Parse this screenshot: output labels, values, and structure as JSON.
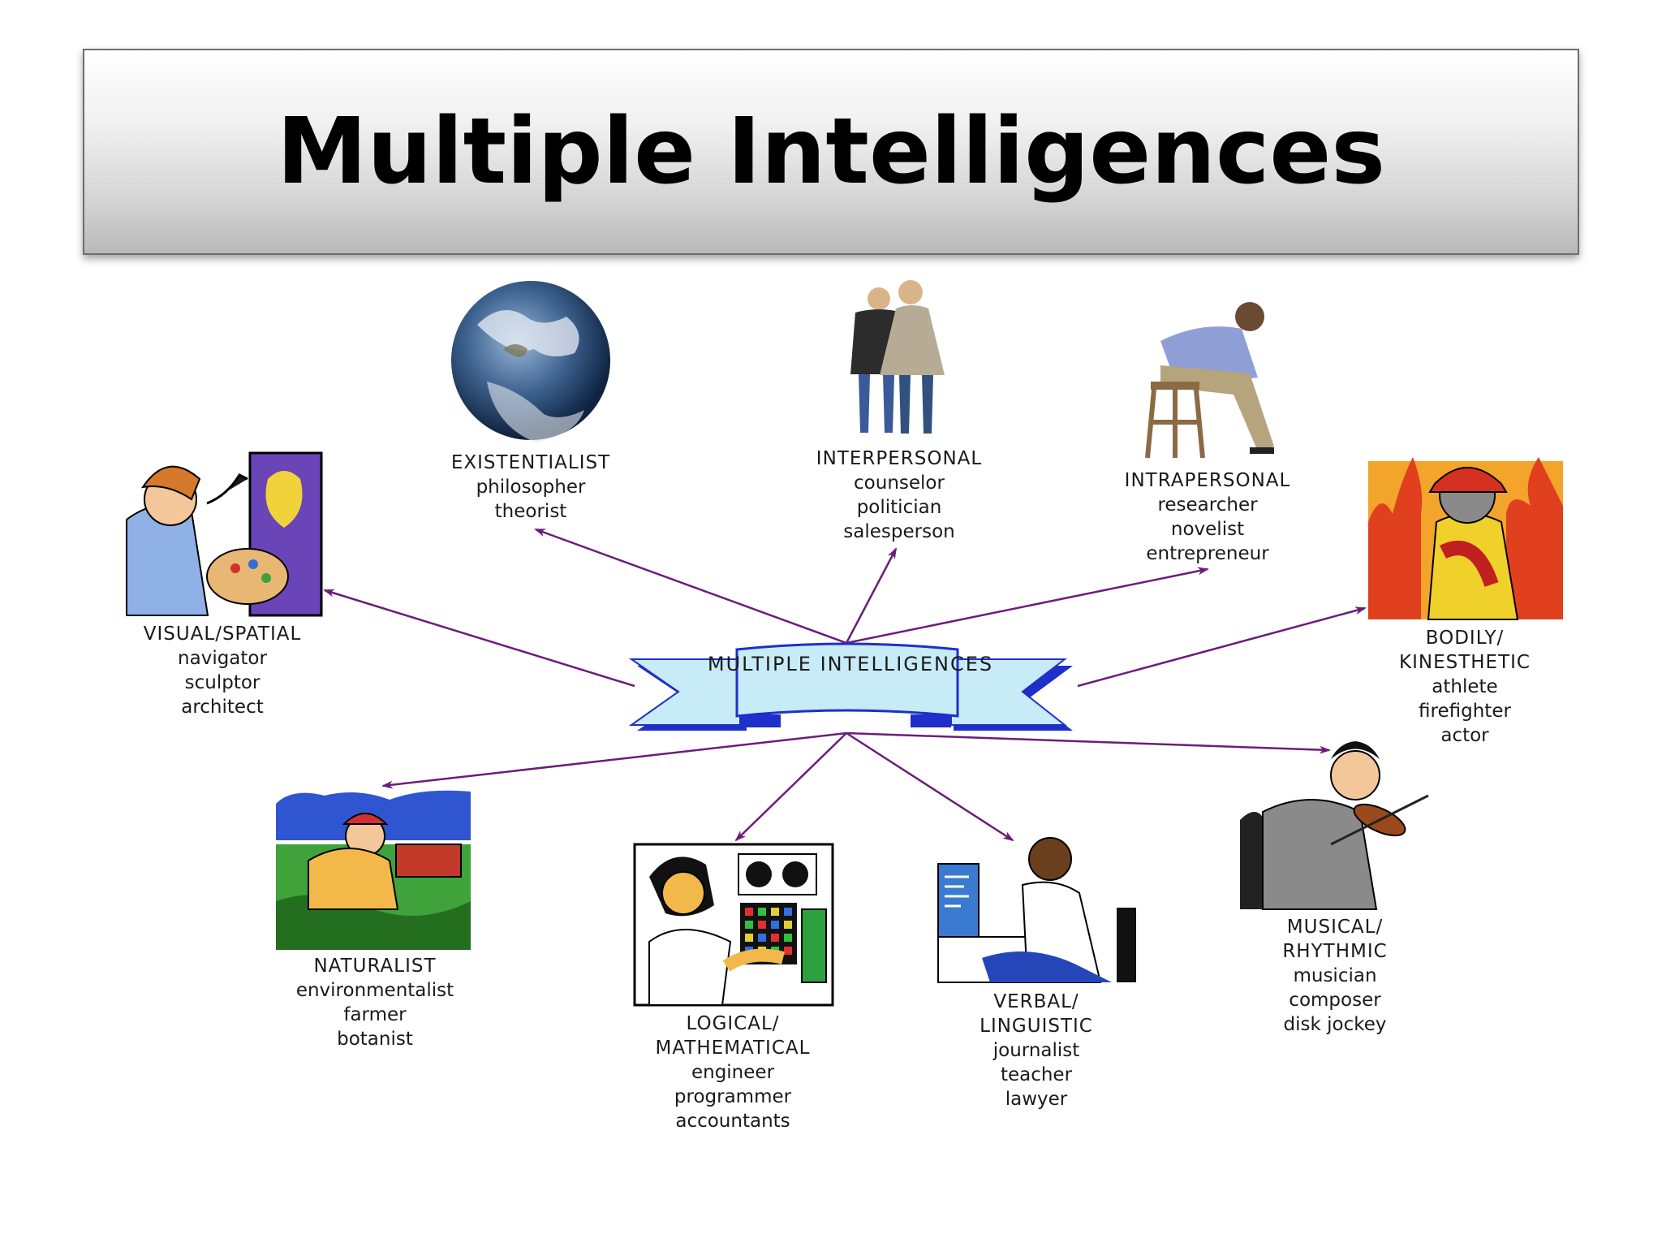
{
  "title": "Multiple Intelligences",
  "center": {
    "line1": "MULTIPLE",
    "line2": "INTELLIGENCES"
  },
  "nodes": {
    "existentialist": {
      "heading": [
        "EXISTENTIALIST"
      ],
      "roles": [
        "philosopher",
        "theorist"
      ]
    },
    "interpersonal": {
      "heading": [
        "INTERPERSONAL"
      ],
      "roles": [
        "counselor",
        "politician",
        "salesperson"
      ]
    },
    "intrapersonal": {
      "heading": [
        "INTRAPERSONAL"
      ],
      "roles": [
        "researcher",
        "novelist",
        "entrepreneur"
      ]
    },
    "visual": {
      "heading": [
        "VISUAL/SPATIAL"
      ],
      "roles": [
        "navigator",
        "sculptor",
        "architect"
      ]
    },
    "bodily": {
      "heading": [
        "BODILY/",
        "KINESTHETIC"
      ],
      "roles": [
        "athlete",
        "firefighter",
        "actor"
      ]
    },
    "naturalist": {
      "heading": [
        "NATURALIST"
      ],
      "roles": [
        "environmentalist",
        "farmer",
        "botanist"
      ]
    },
    "logical": {
      "heading": [
        "LOGICAL/",
        "MATHEMATICAL"
      ],
      "roles": [
        "engineer",
        "programmer",
        "accountants"
      ]
    },
    "verbal": {
      "heading": [
        "VERBAL/",
        "LINGUISTIC"
      ],
      "roles": [
        "journalist",
        "teacher",
        "lawyer"
      ]
    },
    "musical": {
      "heading": [
        "MUSICAL/",
        "RHYTHMIC"
      ],
      "roles": [
        "musician",
        "composer",
        "disk jockey"
      ]
    }
  },
  "colors": {
    "arrow": "#6b1d7a",
    "ribbon": "#c8ecf7",
    "ribbon_dark": "#1f2fc9"
  }
}
